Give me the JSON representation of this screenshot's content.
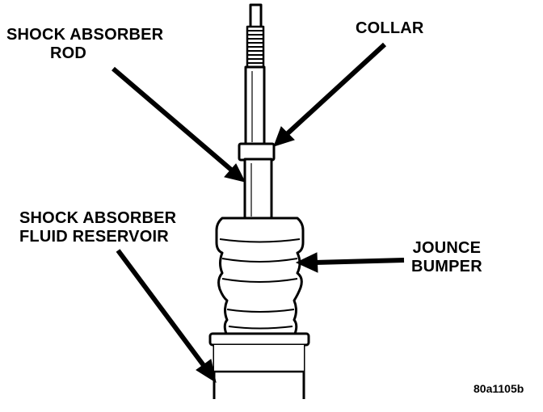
{
  "diagram": {
    "labels": {
      "rod": {
        "line1": "SHOCK ABSORBER",
        "line2": "ROD"
      },
      "collar": "COLLAR",
      "reservoir": {
        "line1": "SHOCK ABSORBER",
        "line2": "FLUID RESERVOIR"
      },
      "jounce": {
        "line1": "JOUNCE",
        "line2": "BUMPER"
      }
    },
    "figure_id": "80a1105b"
  }
}
